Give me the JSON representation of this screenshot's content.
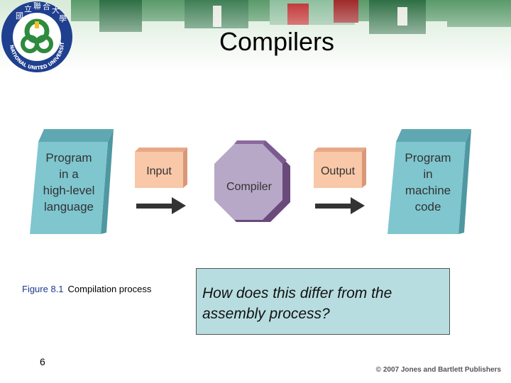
{
  "slide": {
    "title": "Compilers",
    "caption_figure": "Figure 8.1",
    "caption_text": "Compilation process",
    "question": "How does this differ from the assembly process?",
    "page_number": "6",
    "copyright": "© 2007 Jones and Bartlett Publishers"
  },
  "diagram": {
    "source_label": [
      "Program",
      "in a",
      "high-level",
      "language"
    ],
    "input_label": "Input",
    "compiler_label": "Compiler",
    "output_label": "Output",
    "target_label": [
      "Program",
      "in",
      "machine",
      "code"
    ]
  },
  "logo": {
    "chars": [
      "國",
      "立",
      "聯",
      "合",
      "大",
      "學"
    ],
    "english_name": "NATIONAL UNITED UNIVERSITY"
  },
  "colors": {
    "card_teal": "#7fc6cf",
    "box_peach": "#f8c8a8",
    "compiler_lilac": "#b7a8c8",
    "arrow": "#333333",
    "question_bg": "#b8dde0",
    "logo_blue": "#1f3f8f",
    "logo_green": "#2e8a3e"
  }
}
